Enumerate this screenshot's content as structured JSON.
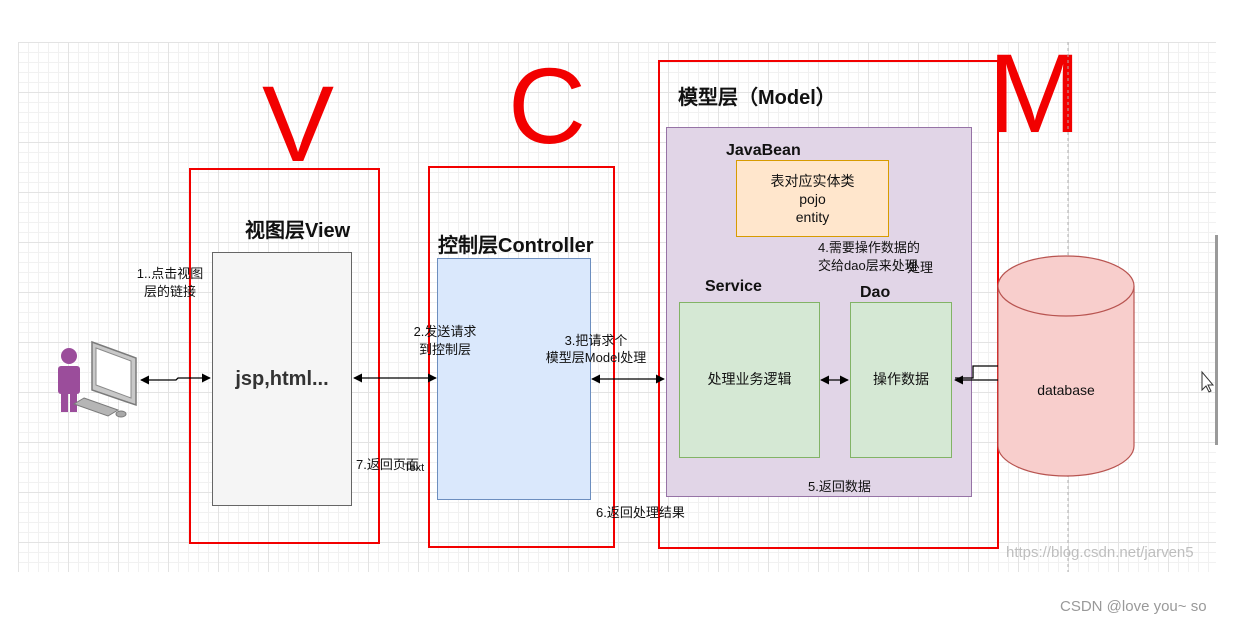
{
  "letters": {
    "v": "V",
    "c": "C",
    "m": "M"
  },
  "view": {
    "title": "视图层View",
    "content": "jsp,html..."
  },
  "controller": {
    "title": "控制层Controller"
  },
  "model": {
    "title": "模型层（Model）",
    "javabean_label": "JavaBean",
    "javabean_lines": [
      "表对应实体类",
      "pojo",
      "entity"
    ],
    "service_label": "Service",
    "service_text": "处理业务逻辑",
    "dao_label": "Dao",
    "dao_text": "操作数据"
  },
  "database": {
    "label": "database"
  },
  "steps": {
    "s1": [
      "1..点击视图",
      "层的链接"
    ],
    "s2": [
      "2.发送请求",
      "到控制层"
    ],
    "s3": [
      "3.把请求个",
      "模型层Model处理"
    ],
    "s4": [
      "4.需要操作数据的",
      "交给dao层来处理"
    ],
    "s4_overlap": "处理",
    "s5": "5.返回数据",
    "s6": "6.返回处理结果",
    "s7": "7.返回页面",
    "s7_overlap": "Text"
  },
  "watermark": "https://blog.csdn.net/jarven5",
  "footer": "CSDN @love you~ so",
  "colors": {
    "red": "#f20000",
    "view_fill": "#f5f5f5",
    "controller_fill": "#dae8fc",
    "model_fill": "#e1d5e7",
    "javabean_fill": "#ffe6cc",
    "green_fill": "#d5e8d4",
    "db_fill": "#f8cecc",
    "person": "#9b4d9b"
  },
  "icons": [
    "user-icon",
    "computer-icon",
    "cursor-icon"
  ]
}
